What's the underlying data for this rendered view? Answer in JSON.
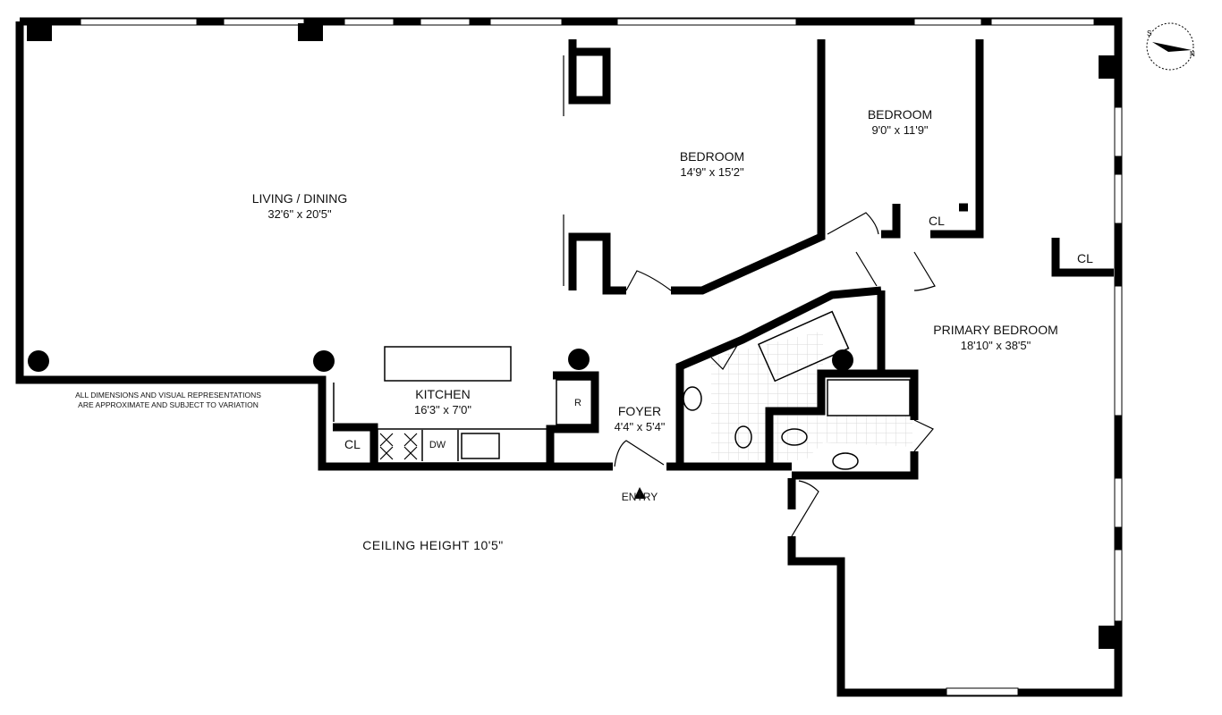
{
  "rooms": {
    "living": {
      "name": "LIVING / DINING",
      "size": "32'6\" x 20'5\""
    },
    "bedroom_1": {
      "name": "BEDROOM",
      "size": "14'9\" x 15'2\""
    },
    "bedroom_2": {
      "name": "BEDROOM",
      "size": "9'0\" x 11'9\""
    },
    "primary": {
      "name": "PRIMARY BEDROOM",
      "size": "18'10\" x 38'5\""
    },
    "kitchen": {
      "name": "KITCHEN",
      "size": "16'3\" x 7'0\""
    },
    "foyer": {
      "name": "FOYER",
      "size": "4'4\" x 5'4\""
    }
  },
  "fixtures": {
    "closet_1": "CL",
    "closet_2": "CL",
    "closet_3": "CL",
    "refrigerator": "R",
    "dishwasher": "DW"
  },
  "entry_label": "ENTRY",
  "ceiling_height": "CEILING HEIGHT 10'5\"",
  "disclaimer": [
    "ALL DIMENSIONS AND VISUAL REPRESENTATIONS",
    "ARE APPROXIMATE AND SUBJECT TO VARIATION"
  ],
  "compass": {
    "north_label": "N",
    "south_label": "S"
  },
  "colors": {
    "wall": "#000000",
    "tile": "#d8d8d8"
  }
}
